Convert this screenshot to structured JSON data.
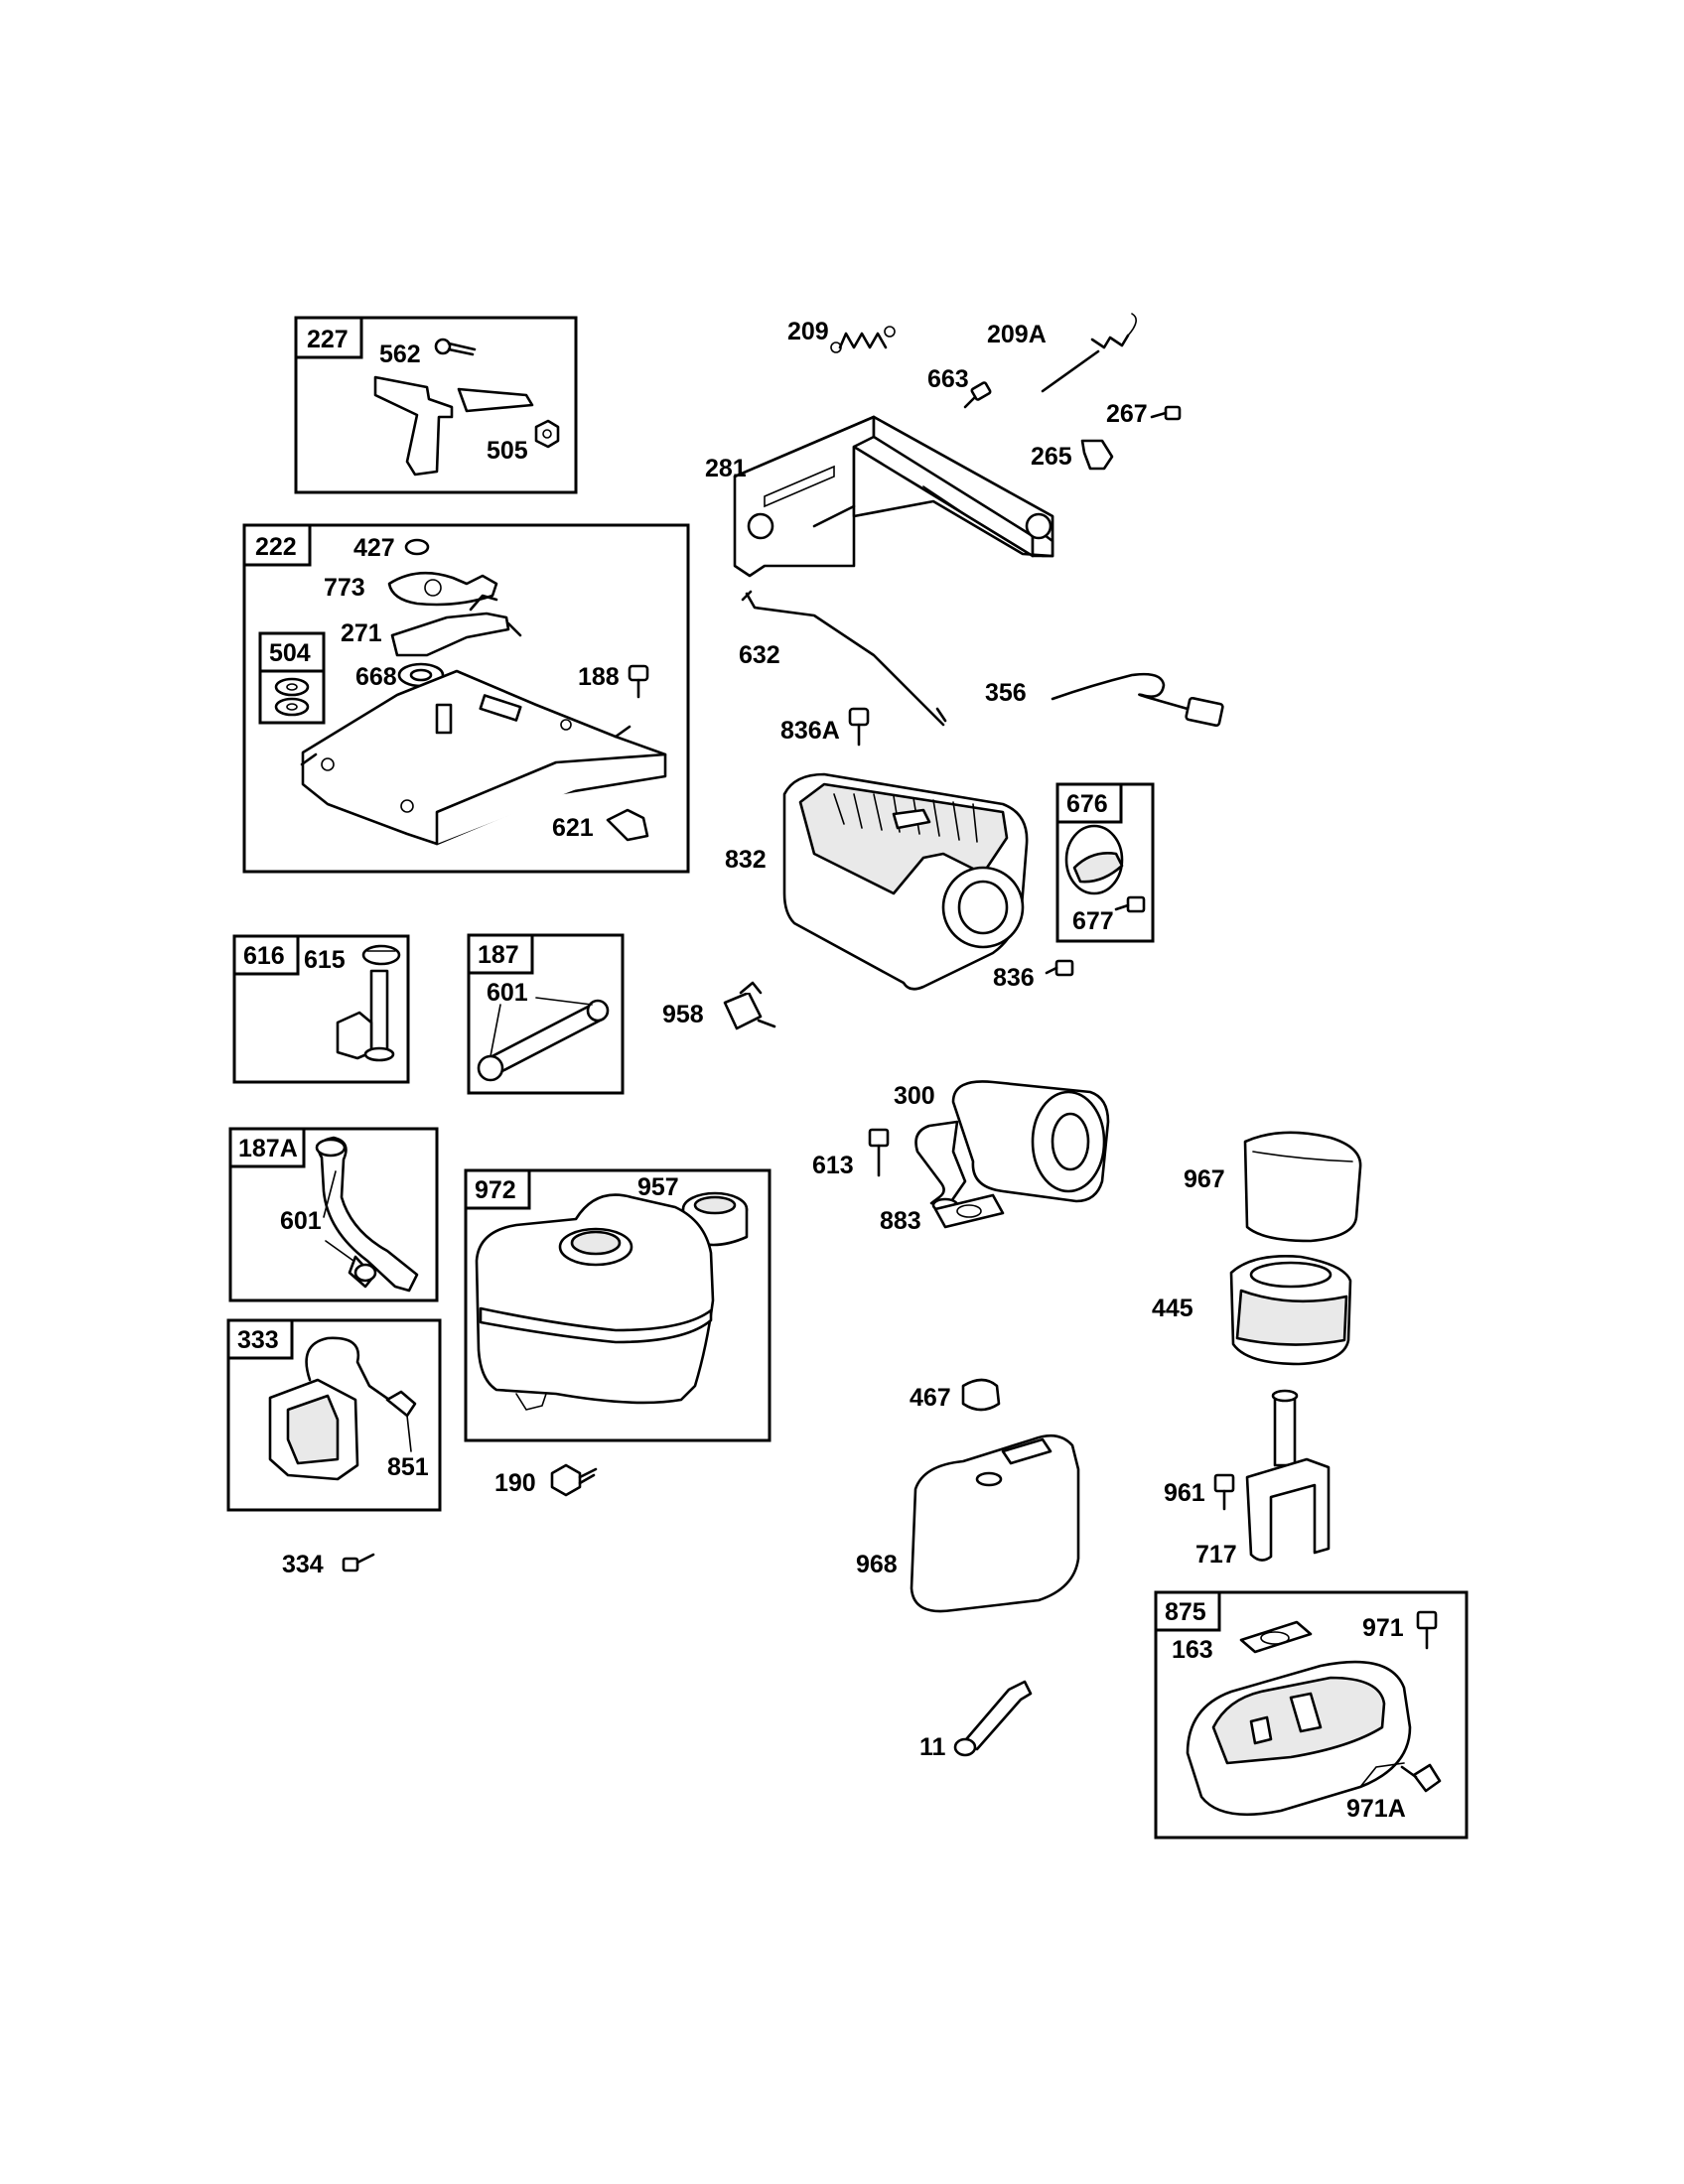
{
  "boxes": {
    "b227": "227",
    "b222": "222",
    "b504": "504",
    "b676": "676",
    "b616": "616",
    "b187": "187",
    "b187a": "187A",
    "b972": "972",
    "b333": "333",
    "b875": "875"
  },
  "labels": {
    "p562": "562",
    "p505": "505",
    "p427": "427",
    "p773": "773",
    "p271": "271",
    "p668": "668",
    "p188": "188",
    "p621": "621",
    "p209": "209",
    "p209a": "209A",
    "p663": "663",
    "p267": "267",
    "p281": "281",
    "p265": "265",
    "p632": "632",
    "p356": "356",
    "p836a": "836A",
    "p832": "832",
    "p677": "677",
    "p836": "836",
    "p615": "615",
    "p601a": "601",
    "p958": "958",
    "p300": "300",
    "p613": "613",
    "p883": "883",
    "p967": "967",
    "p601b": "601",
    "p957": "957",
    "p445": "445",
    "p851": "851",
    "p190": "190",
    "p467": "467",
    "p961": "961",
    "p968": "968",
    "p717": "717",
    "p334": "334",
    "p971": "971",
    "p163": "163",
    "p11": "11",
    "p971a": "971A"
  }
}
